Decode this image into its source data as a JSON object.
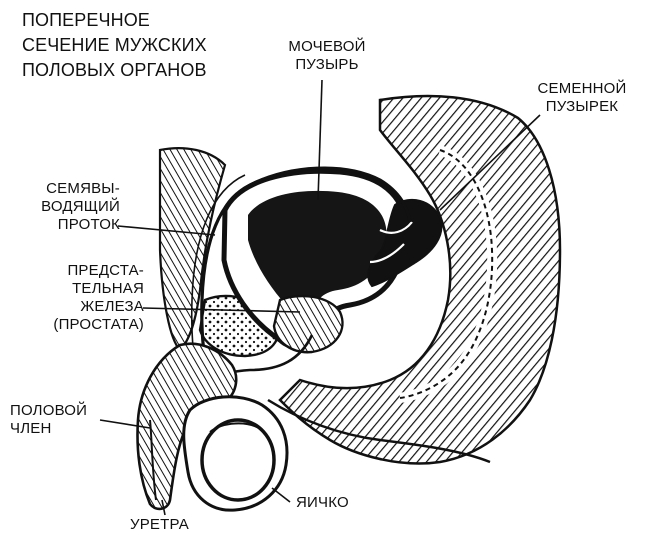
{
  "title": "ПОПЕРЕЧНОЕ\nСЕЧЕНИЕ МУЖСКИХ\nПОЛОВЫХ ОРГАНОВ",
  "labels": {
    "bladder": "МОЧЕВОЙ\nПУЗЫРЬ",
    "seminal_vesicle": "СЕМЕННОЙ\nПУЗЫРЕК",
    "vas_deferens": "СЕМЯВЫ-\nВОДЯЩИЙ\nПРОТОК",
    "prostate": "ПРЕДСТА-\nТЕЛЬНАЯ\nЖЕЛЕЗА\n(ПРОСТАТА)",
    "penis": "ПОЛОВОЙ\nЧЛЕН",
    "testicle": "ЯИЧКО",
    "urethra": "УРЕТРА"
  }
}
